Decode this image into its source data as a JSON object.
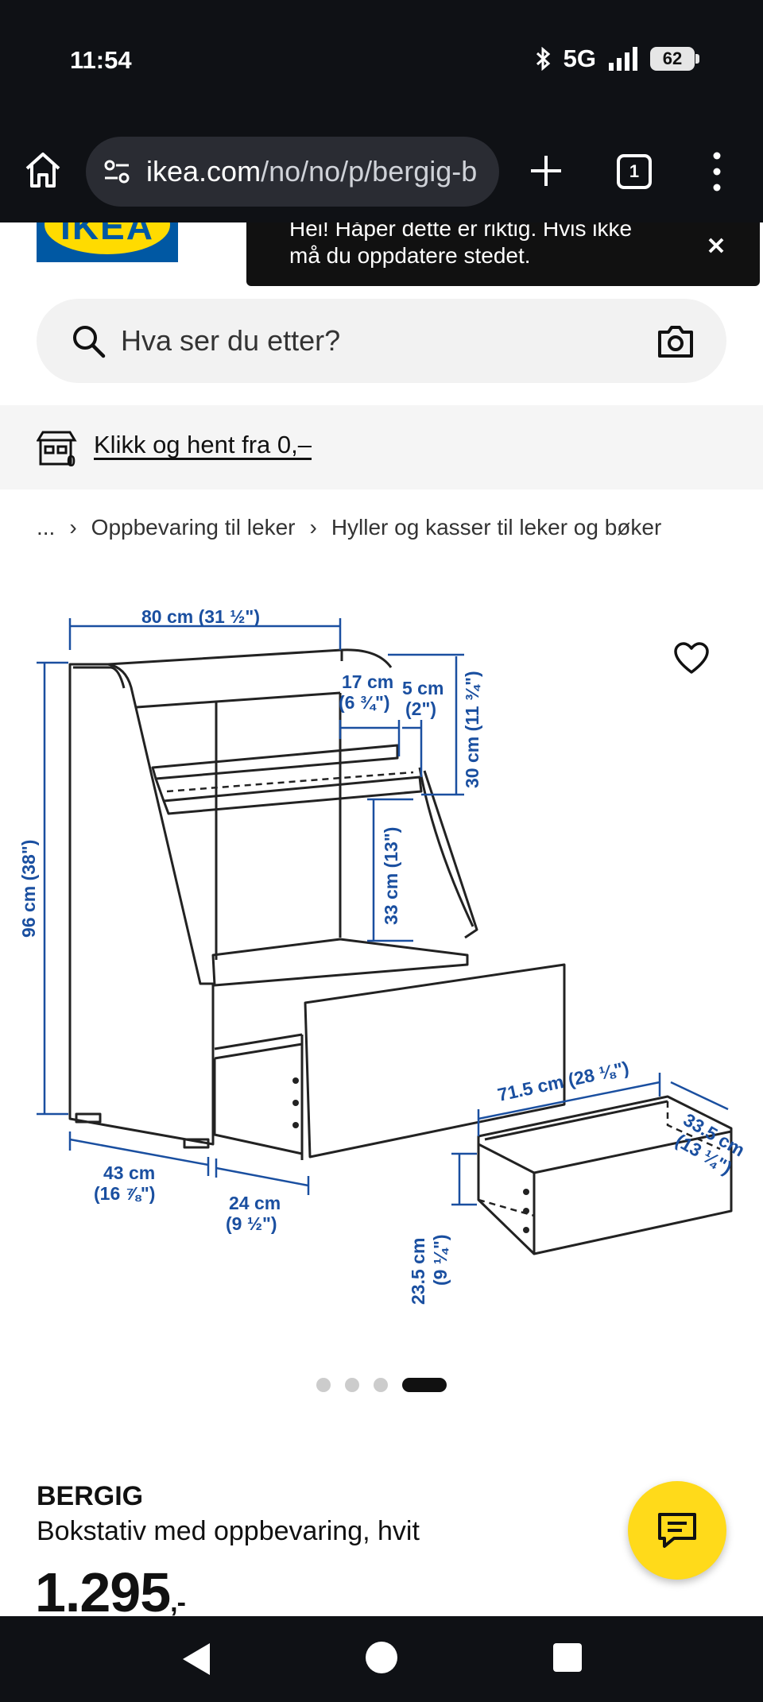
{
  "status_bar": {
    "time": "11:54",
    "network": "5G",
    "battery": "62"
  },
  "browser": {
    "url_domain": "ikea.com",
    "url_path": "/no/no/p/bergig-b",
    "tab_count": "1"
  },
  "toast": {
    "line1": "Hei! Håper dette er riktig. Hvis ikke",
    "line2": "må du oppdatere stedet."
  },
  "logo": {
    "text": "IKEA"
  },
  "search": {
    "placeholder": "Hva ser du etter?"
  },
  "pickup": {
    "label": "Klikk og hent fra 0,–"
  },
  "breadcrumb": {
    "ellipsis": "...",
    "items": [
      "Oppbevaring til leker",
      "Hyller og kasser til leker og bøker"
    ]
  },
  "dimensions": {
    "width": "80 cm (31 ½\")",
    "height": "96 cm (38\")",
    "shelf_depth_1": "17 cm",
    "shelf_depth_1_in": "(6 ¾\")",
    "shelf_depth_2": "5 cm",
    "shelf_depth_2_in": "(2\")",
    "top_height": "30 cm (11 ¾\")",
    "mid_height": "33 cm (13\")",
    "depth": "43 cm",
    "depth_in": "(16 ⅞\")",
    "inner_depth": "24 cm",
    "inner_depth_in": "(9 ½\")",
    "drawer_width": "71.5 cm (28 ⅛\")",
    "drawer_depth": "33.5 cm",
    "drawer_depth_in": "(13 ¼\")",
    "drawer_height": "23.5 cm",
    "drawer_height_in": "(9 ¼\")"
  },
  "carousel": {
    "total": 4,
    "active": 4
  },
  "product": {
    "brand": "BERGIG",
    "description": "Bokstativ med oppbevaring, hvit",
    "price": "1.295",
    "price_suffix": ",-"
  },
  "colors": {
    "ikea_blue": "#0058a3",
    "ikea_yellow": "#ffdb00",
    "dimension_blue": "#1a4fa0",
    "chat_yellow": "#ffda1a"
  }
}
